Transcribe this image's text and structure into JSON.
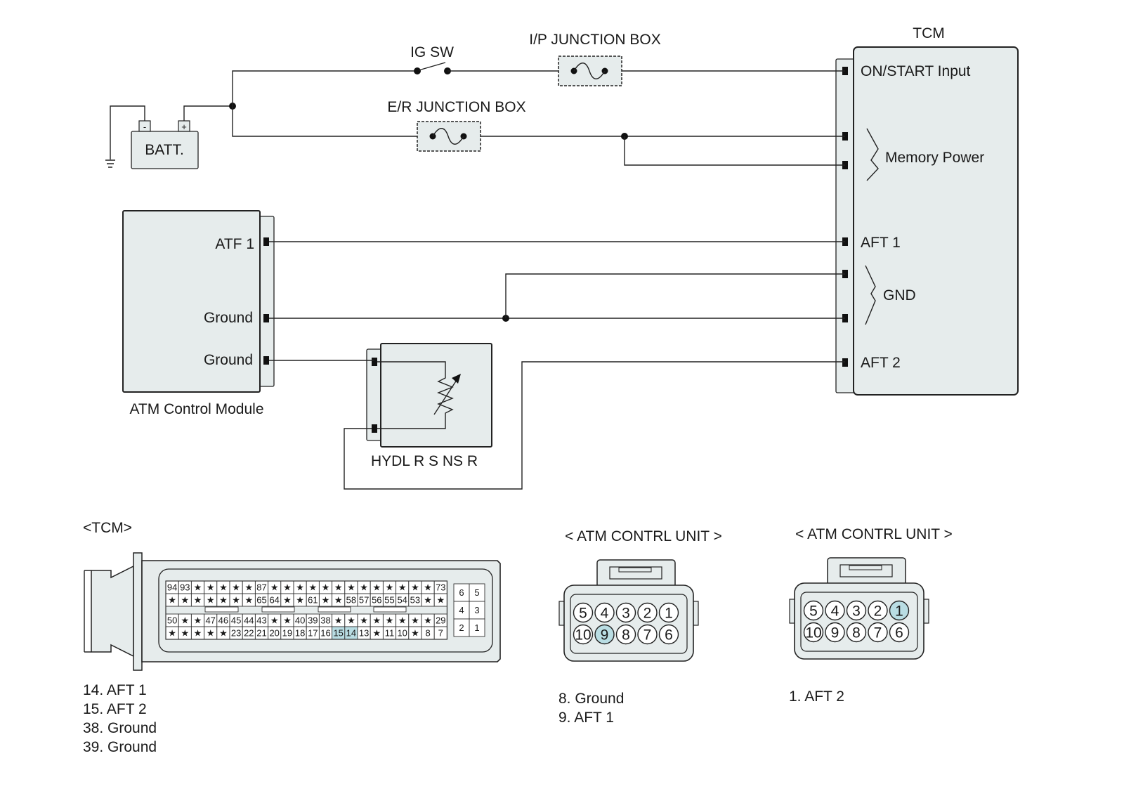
{
  "schematic": {
    "tcm_title": "TCM",
    "ig_switch": "IG SW",
    "ip_junction_box": "I/P JUNCTION BOX",
    "er_junction_box": "E/R JUNCTION BOX",
    "battery": "BATT.",
    "battery_neg": "-",
    "battery_pos": "+",
    "tcm_pins": {
      "on_start": "ON/START Input",
      "memory_power": "Memory Power",
      "aft1": "AFT 1",
      "gnd": "GND",
      "aft2": "AFT 2"
    },
    "atm_module": {
      "atf1": "ATF 1",
      "ground_1": "Ground",
      "ground_2": "Ground",
      "caption": "ATM Control Module"
    },
    "sensor_caption": "HYDL R S NS R"
  },
  "connectors": {
    "tcm": {
      "title": "<TCM>",
      "row1": [
        "94",
        "93",
        "★",
        "★",
        "★",
        "★",
        "★",
        "87",
        "★",
        "★",
        "★",
        "★",
        "★",
        "★",
        "★",
        "★",
        "★",
        "★",
        "★",
        "★",
        "★",
        "73"
      ],
      "row2": [
        "★",
        "★",
        "★",
        "★",
        "★",
        "★",
        "★",
        "65",
        "64",
        "★",
        "★",
        "61",
        "★",
        "★",
        "58",
        "57",
        "56",
        "55",
        "54",
        "53",
        "★",
        "★"
      ],
      "row3": [
        "50",
        "★",
        "★",
        "47",
        "46",
        "45",
        "44",
        "43",
        "★",
        "★",
        "40",
        "39",
        "38",
        "★",
        "★",
        "★",
        "★",
        "★",
        "★",
        "★",
        "★",
        "29"
      ],
      "row4": [
        "★",
        "★",
        "★",
        "★",
        "★",
        "23",
        "22",
        "21",
        "20",
        "19",
        "18",
        "17",
        "16",
        "15",
        "14",
        "13",
        "★",
        "11",
        "10",
        "★",
        "8",
        "7"
      ],
      "side": [
        "6",
        "5",
        "4",
        "3",
        "2",
        "1"
      ],
      "highlighted": [
        "15",
        "14"
      ],
      "legend": [
        "14. AFT 1",
        "15. AFT 2",
        "38. Ground",
        "39. Ground"
      ]
    },
    "atm_unit_a": {
      "title": "< ATM CONTRL UNIT >",
      "top": [
        "5",
        "4",
        "3",
        "2",
        "1"
      ],
      "bottom": [
        "10",
        "9",
        "8",
        "7",
        "6"
      ],
      "highlighted": [
        "9"
      ],
      "legend": [
        "8. Ground",
        "9. AFT 1"
      ]
    },
    "atm_unit_b": {
      "title": "< ATM CONTRL UNIT >",
      "top": [
        "5",
        "4",
        "3",
        "2",
        "1"
      ],
      "bottom": [
        "10",
        "9",
        "8",
        "7",
        "6"
      ],
      "highlighted": [
        "1"
      ],
      "legend": [
        "1. AFT 2"
      ]
    }
  },
  "colors": {
    "module_fill": "#e6ecec",
    "highlight": "#b9dde3",
    "line": "#222222"
  }
}
